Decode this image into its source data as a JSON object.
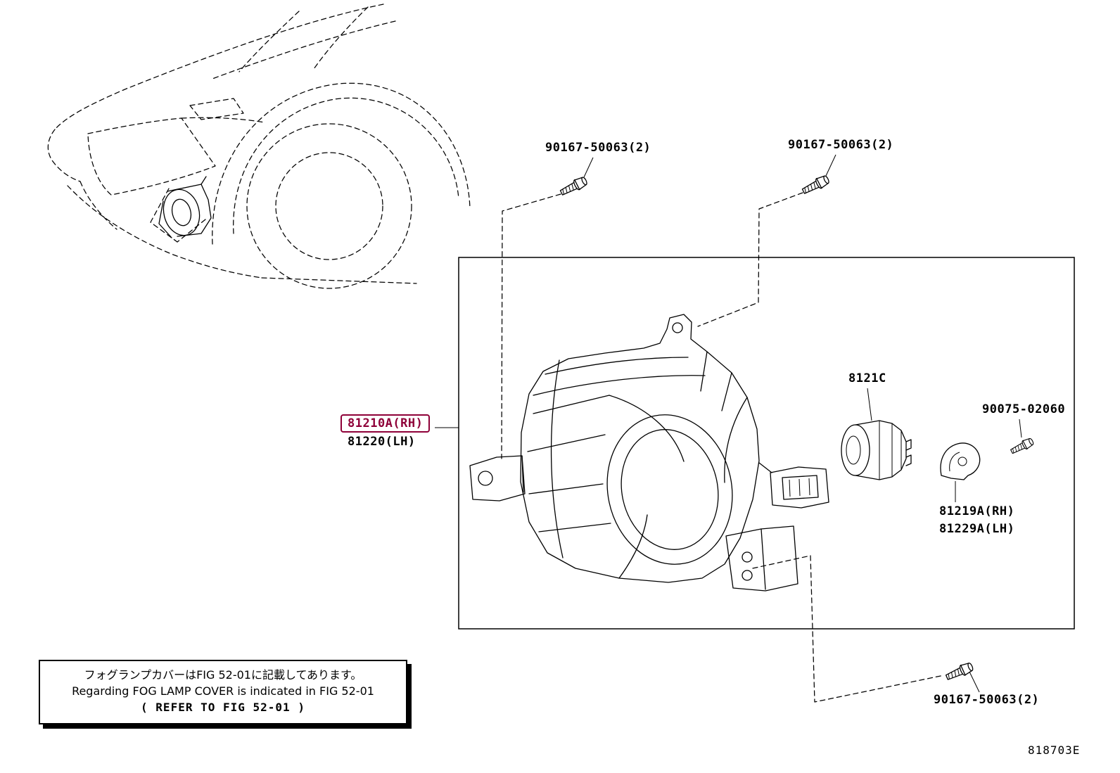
{
  "figure": {
    "code": "818703E"
  },
  "labels": {
    "bolt_top_left": "90167-50063(2)",
    "bolt_top_right": "90167-50063(2)",
    "bolt_bottom": "90167-50063(2)",
    "socket": "8121C",
    "screw_right": "90075-02060",
    "housing_rh": "81210A(RH)",
    "housing_lh": "81220(LH)",
    "bracket_rh": "81219A(RH)",
    "bracket_lh": "81229A(LH)"
  },
  "note": {
    "line1_ja": "フォグランプカバーはFIG 52-01に記載してあります。",
    "line2_en": "Regarding FOG LAMP COVER is indicated in FIG 52-01",
    "line3_ref": "( REFER TO FIG 52-01 )"
  },
  "colors": {
    "highlight": "#8E0038",
    "line": "#000000",
    "background": "#FFFFFF"
  }
}
